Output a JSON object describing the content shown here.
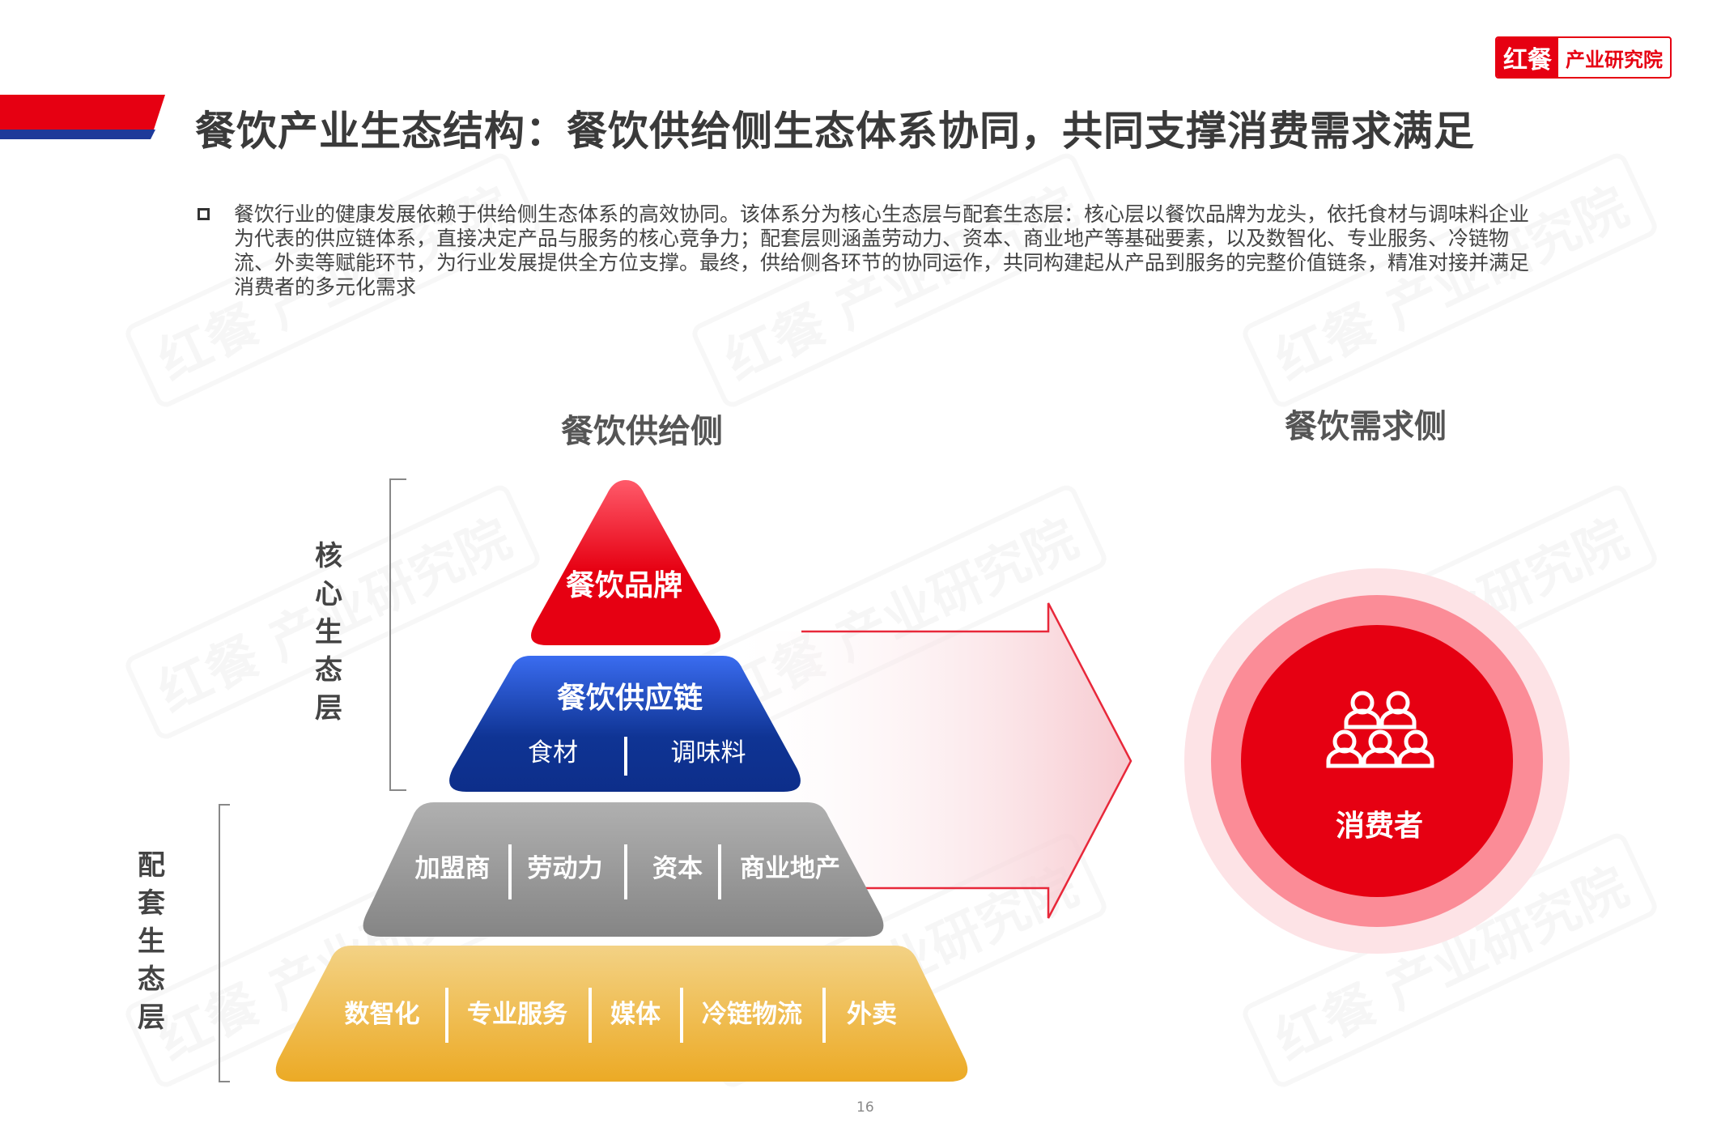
{
  "header": {
    "title": "餐饮产业生态结构：餐饮供给侧生态体系协同，共同支撑消费需求满足",
    "logo": {
      "mark": "红餐",
      "text": "产业研究院"
    },
    "accent_red": "#e60012",
    "accent_blue": "#1e3a9a"
  },
  "summary": {
    "bullet_icon": "square-bullet-icon",
    "text": "餐饮行业的健康发展依赖于供给侧生态体系的高效协同。该体系分为核心生态层与配套生态层：核心层以餐饮品牌为龙头，依托食材与调味料企业为代表的供应链体系，直接决定产品与服务的核心竞争力；配套层则涵盖劳动力、资本、商业地产等基础要素，以及数智化、专业服务、冷链物流、外卖等赋能环节，为行业发展提供全方位支撑。最终，供给侧各环节的协同运作，共同构建起从产品到服务的完整价值链条，精准对接并满足消费者的多元化需求"
  },
  "diagram": {
    "supply_title": "餐饮供给侧",
    "demand_title": "餐饮需求侧",
    "core_layer_label": "核心生态层",
    "support_layer_label": "配套生态层",
    "brand": "餐饮品牌",
    "supply_chain": {
      "title": "餐饮供应链",
      "items": [
        "食材",
        "调味料"
      ]
    },
    "basic_elements": [
      "加盟商",
      "劳动力",
      "资本",
      "商业地产"
    ],
    "enablers": [
      "数智化",
      "专业服务",
      "媒体",
      "冷链物流",
      "外卖"
    ],
    "consumer": {
      "label": "消费者",
      "icon": "people-group-icon"
    }
  },
  "watermark": "红餐 产业研究院",
  "footer": {
    "page_number": "16"
  }
}
